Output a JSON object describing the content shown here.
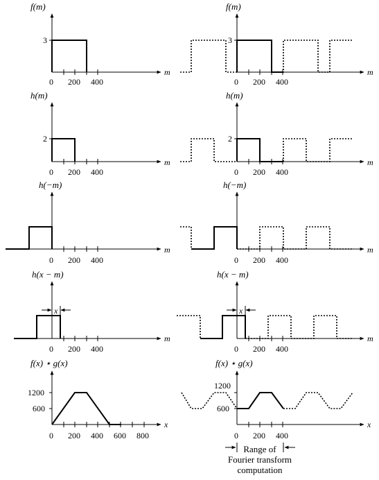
{
  "panels": {
    "a": {
      "title": "f(m)",
      "axis": "m",
      "y_tick": "3",
      "x_ticks": [
        "0",
        "200",
        "400"
      ]
    },
    "b": {
      "title": "f(m)",
      "axis": "m",
      "y_tick": "3",
      "x_ticks": [
        "0",
        "200",
        "400"
      ]
    },
    "c": {
      "title": "h(m)",
      "axis": "m",
      "y_tick": "2",
      "x_ticks": [
        "0",
        "200",
        "400"
      ]
    },
    "d": {
      "title": "h(m)",
      "axis": "m",
      "y_tick": "2",
      "x_ticks": [
        "0",
        "200",
        "400"
      ]
    },
    "e": {
      "title": "h(−m)",
      "axis": "m",
      "x_ticks": [
        "0",
        "200",
        "400"
      ]
    },
    "f": {
      "title": "h(−m)",
      "axis": "m",
      "x_ticks": [
        "0",
        "200",
        "400"
      ]
    },
    "g": {
      "title": "h(x − m)",
      "axis": "m",
      "shift_label": "x",
      "x_ticks": [
        "0",
        "200",
        "400"
      ]
    },
    "h": {
      "title": "h(x − m)",
      "axis": "m",
      "shift_label": "x",
      "x_ticks": [
        "0",
        "200",
        "400"
      ]
    },
    "i": {
      "title": "f(x) ⋆ g(x)",
      "axis": "x",
      "y_ticks": [
        "1200",
        "600"
      ],
      "x_ticks": [
        "0",
        "200",
        "400",
        "600",
        "800"
      ]
    },
    "j": {
      "title": "f(x) ⋆ g(x)",
      "axis": "x",
      "y_ticks": [
        "1200",
        "600"
      ],
      "x_ticks": [
        "0",
        "200",
        "400"
      ]
    }
  },
  "range_label": [
    "Range of",
    "Fourier transform",
    "computation"
  ]
}
